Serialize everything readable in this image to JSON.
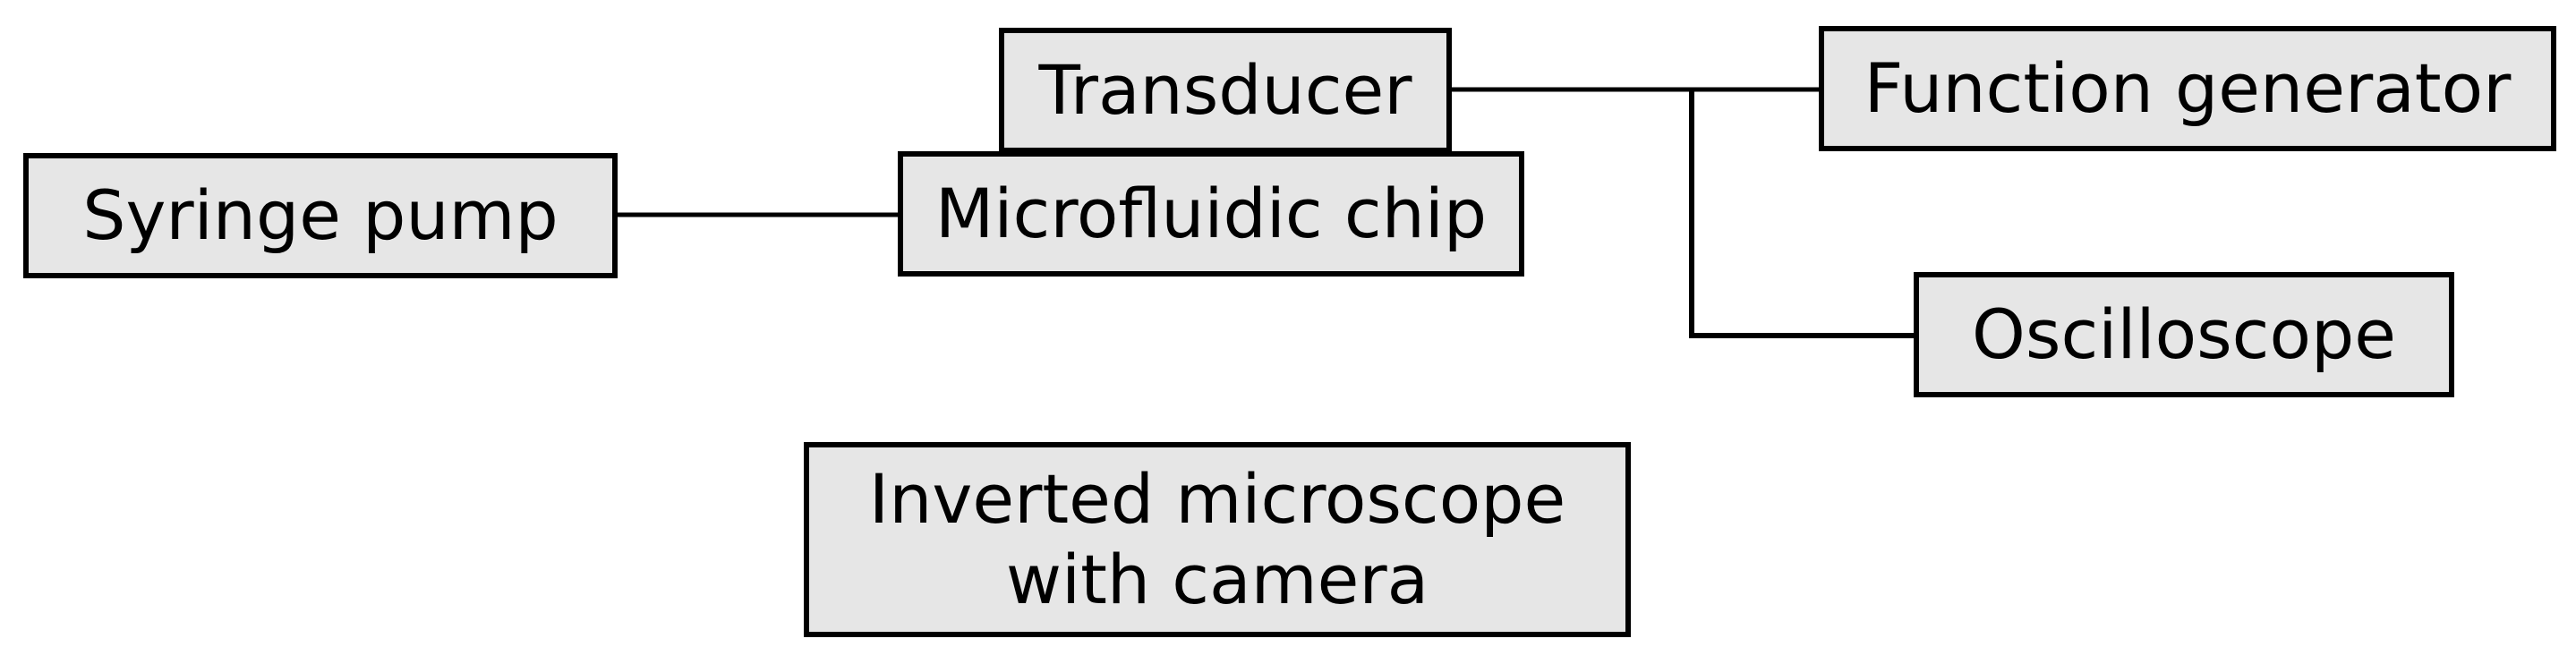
{
  "diagram": {
    "type": "block-diagram",
    "nodes": {
      "syringe_pump": "Syringe pump",
      "microfluidic_chip": "Microfluidic chip",
      "transducer": "Transducer",
      "function_generator": "Function generator",
      "oscilloscope": "Oscilloscope",
      "microscope_line1": "Inverted microscope",
      "microscope_line2": "with camera"
    },
    "edges": [
      [
        "syringe_pump",
        "microfluidic_chip"
      ],
      [
        "transducer",
        "function_generator"
      ],
      [
        "transducer",
        "oscilloscope"
      ]
    ],
    "colors": {
      "box_fill": "#e6e6e6",
      "stroke": "#000000"
    }
  }
}
